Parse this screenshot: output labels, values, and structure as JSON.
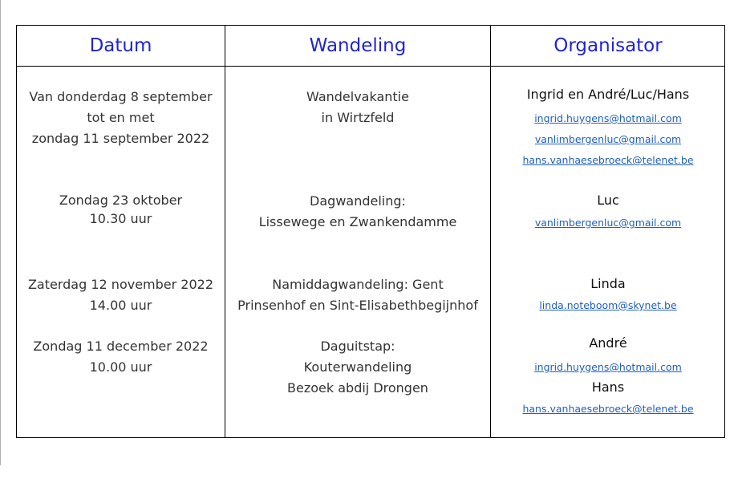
{
  "headers": {
    "datum": "Datum",
    "wandeling": "Wandeling",
    "organisator": "Organisator"
  },
  "rows": [
    {
      "datum": [
        "Van donderdag 8 september",
        "tot en met",
        "zondag 11 september 2022"
      ],
      "wandeling": [
        "Wandelvakantie",
        "in Wirtzfeld"
      ],
      "organisator": "Ingrid en André/Luc/Hans",
      "emails": [
        "ingrid.huygens@hotmail.com",
        "vanlimbergenluc@gmail.com",
        "hans.vanhaesebroeck@telenet.be"
      ]
    },
    {
      "datum": [
        "Zondag 23 oktober",
        "10.30 uur"
      ],
      "wandeling": [
        "Dagwandeling:",
        "Lissewege en Zwankendamme"
      ],
      "organisator": "Luc",
      "emails": [
        "vanlimbergenluc@gmail.com"
      ]
    },
    {
      "datum": [
        "Zaterdag 12 november 2022",
        "14.00 uur"
      ],
      "wandeling": [
        "Namiddagwandeling: Gent",
        "Prinsenhof en Sint-Elisabethbegijnhof"
      ],
      "organisator": "Linda",
      "emails": [
        "linda.noteboom@skynet.be"
      ]
    },
    {
      "datum": [
        "Zondag 11 december 2022",
        "10.00 uur"
      ],
      "wandeling": [
        "Daguitstap:",
        "Kouterwandeling",
        "Bezoek abdij Drongen"
      ],
      "organisator": "André",
      "emails": [
        "ingrid.huygens@hotmail.com"
      ],
      "organisator_2": "Hans",
      "emails_2": [
        "hans.vanhaesebroeck@telenet.be"
      ]
    }
  ],
  "colors": {
    "header": "#1f24d9",
    "link": "#1f5fbf",
    "text": "#333333"
  }
}
